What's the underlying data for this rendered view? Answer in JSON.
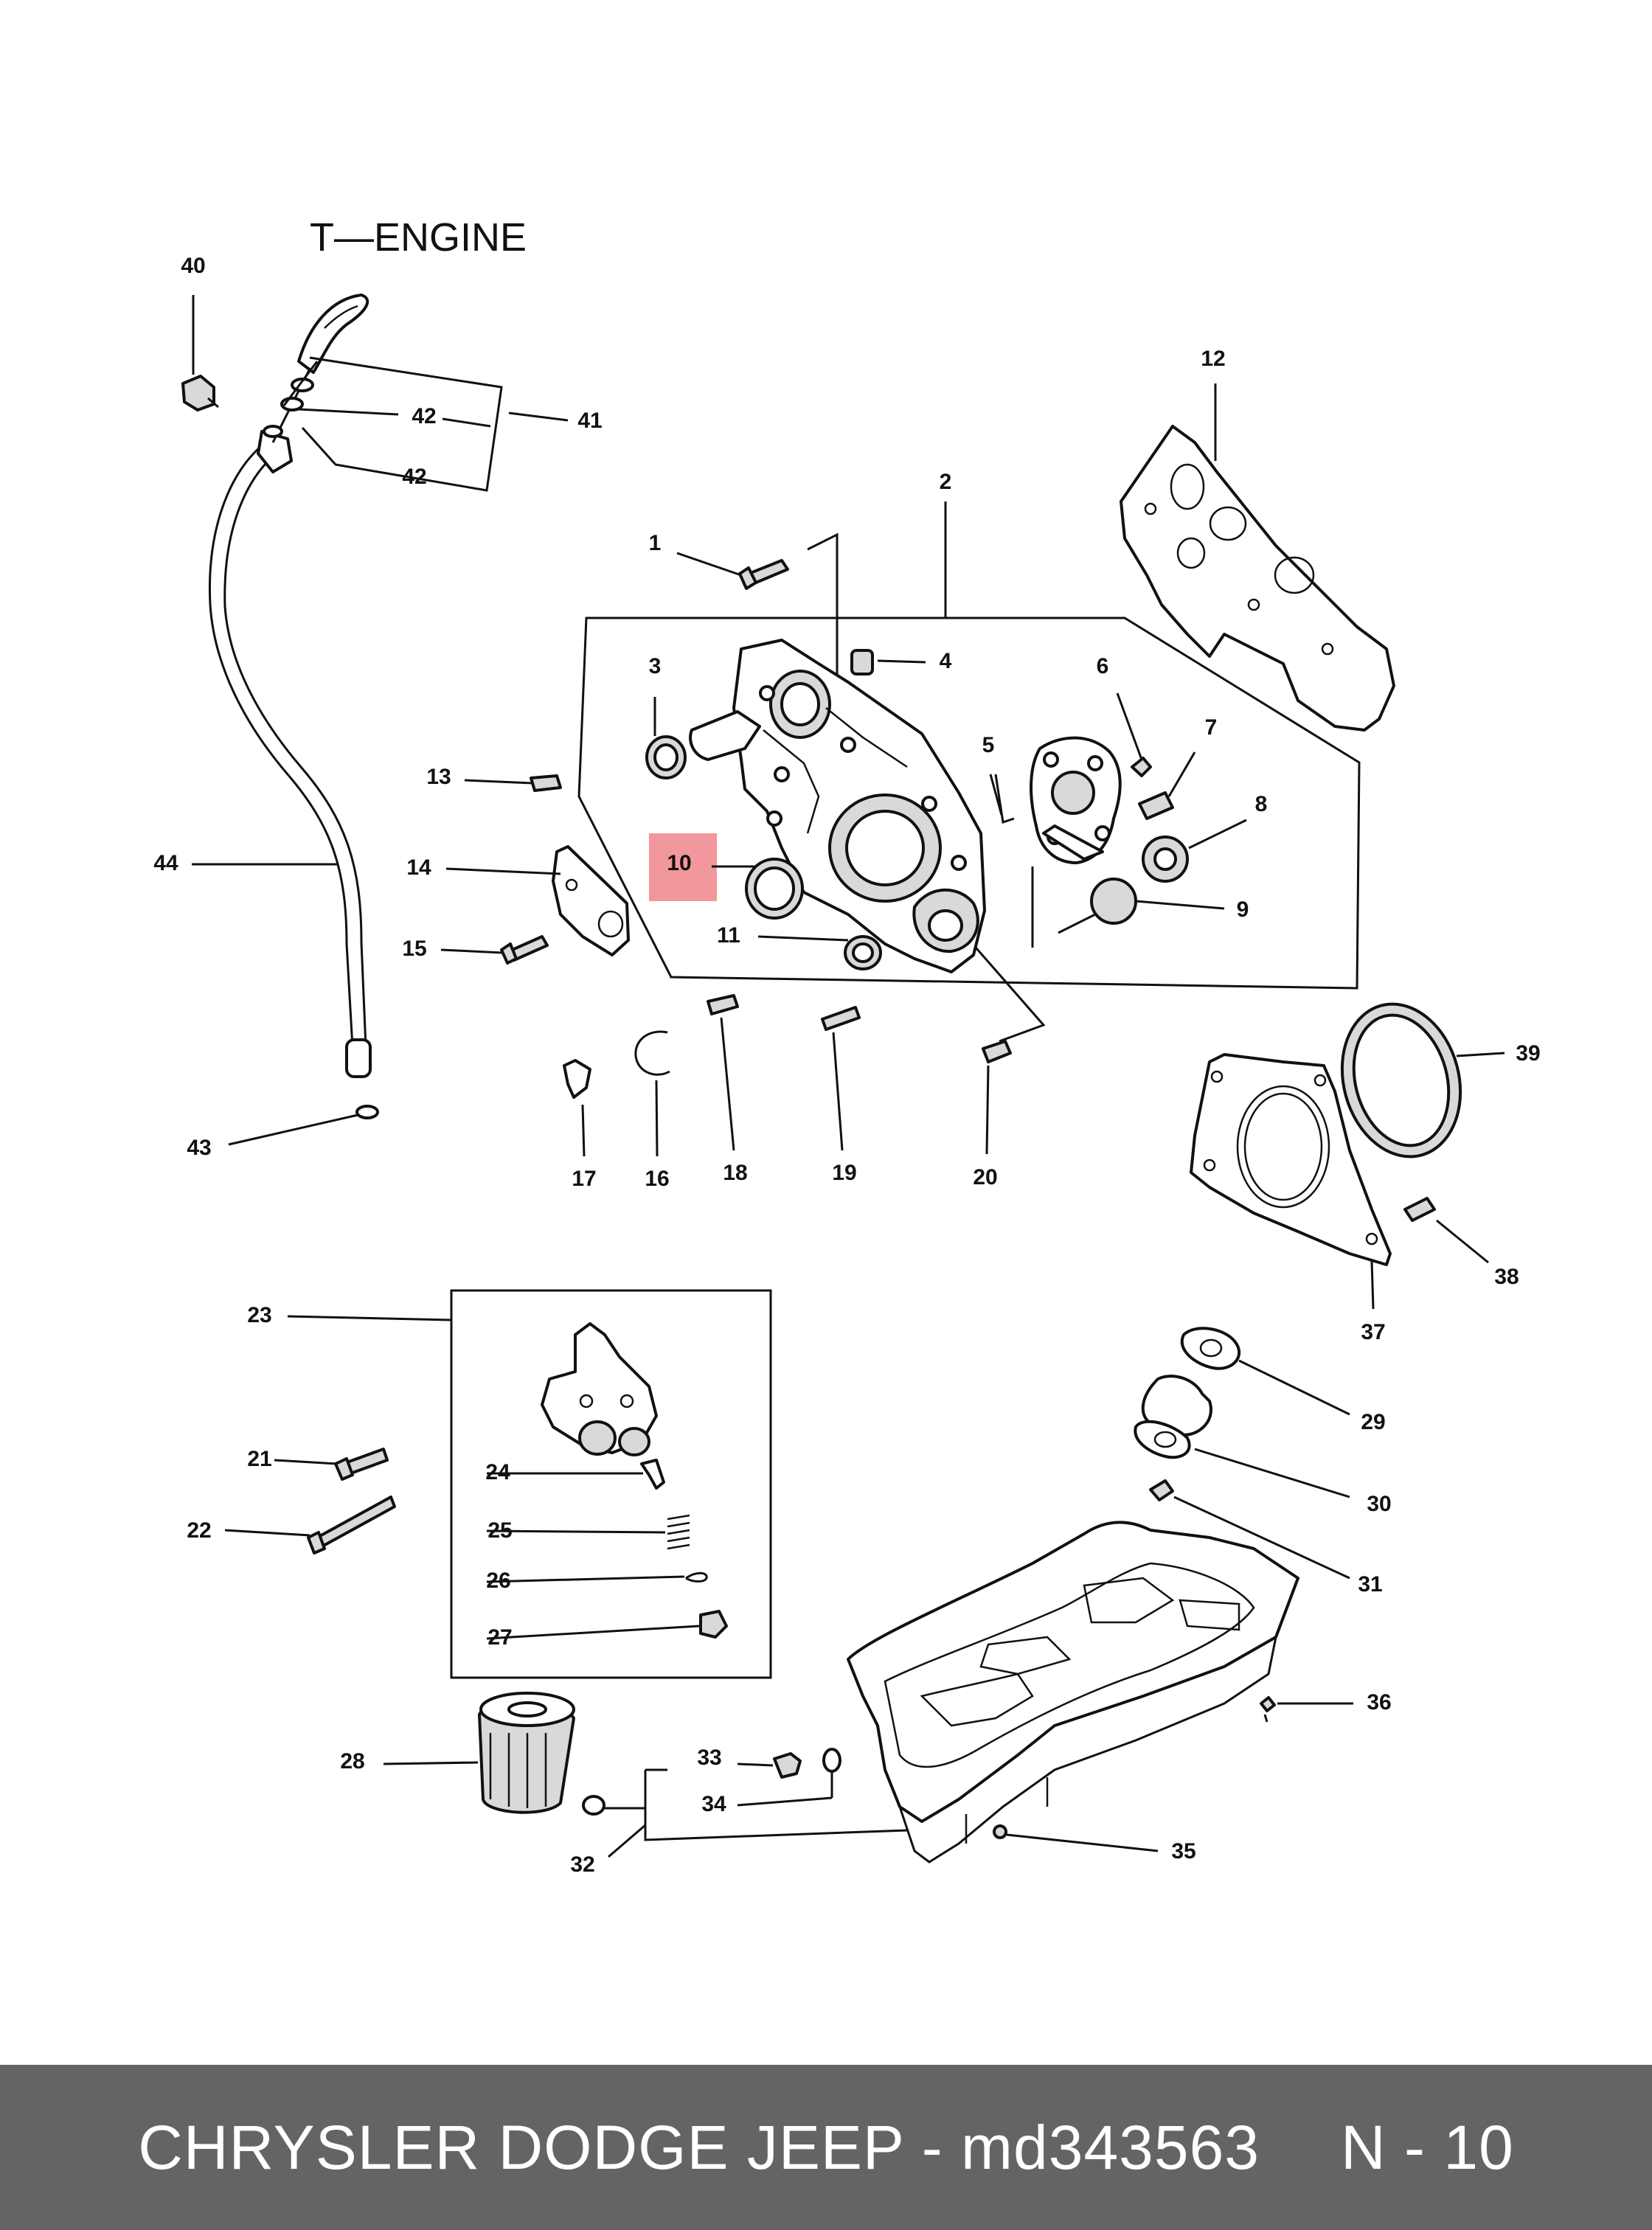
{
  "diagram": {
    "title": "T—ENGINE",
    "highlight_color": "#f2979b",
    "highlighted_part": "10",
    "callouts": {
      "c1": "1",
      "c2": "2",
      "c3": "3",
      "c4": "4",
      "c5": "5",
      "c6": "6",
      "c7": "7",
      "c8": "8",
      "c9": "9",
      "c10": "10",
      "c11": "11",
      "c12": "12",
      "c13": "13",
      "c14": "14",
      "c15": "15",
      "c16": "16",
      "c17": "17",
      "c18": "18",
      "c19": "19",
      "c20": "20",
      "c21": "21",
      "c22": "22",
      "c23": "23",
      "c24": "24",
      "c25": "25",
      "c26": "26",
      "c27": "27",
      "c28": "28",
      "c29": "29",
      "c30": "30",
      "c31": "31",
      "c32": "32",
      "c33": "33",
      "c34": "34",
      "c35": "35",
      "c36": "36",
      "c37": "37",
      "c38": "38",
      "c39": "39",
      "c40": "40",
      "c41": "41",
      "c42a": "42",
      "c42b": "42",
      "c43": "43",
      "c44": "44"
    }
  },
  "footer": {
    "brand": "CHRYSLER DODGE JEEP - md343563",
    "page": "N - 10",
    "background_color": "#646464"
  }
}
